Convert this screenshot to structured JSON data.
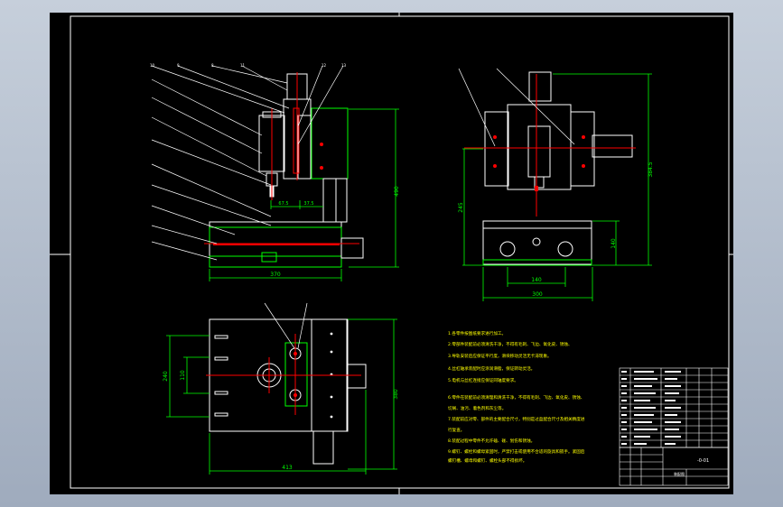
{
  "drawing": {
    "colors": {
      "background": "#000000",
      "frame": "#ffffff",
      "part": "#ffffff",
      "dimension": "#00ff00",
      "centerline": "#ff0000",
      "leader": "#ffffff",
      "notes": "#ffff00",
      "fill_accent": "#ff0000"
    },
    "front_view": {
      "dims": {
        "height": "490",
        "width": "370",
        "left_offset": "67.5",
        "right_offset": "37.5"
      }
    },
    "side_view": {
      "dims": {
        "overall_height": "384.5",
        "left_height": "245",
        "base_height": "140",
        "inner_width": "140",
        "overall_width": "300"
      }
    },
    "top_view": {
      "dims": {
        "left_height": "240",
        "inner_height": "110",
        "right_height": "380",
        "width": "413"
      }
    },
    "notes": [
      "1.各零件按图纸要求进行加工。",
      "2.零部件装配前必须清洗干净，不得有毛刺、飞边、氧化皮、锈蚀、",
      "3.导轨安装后应保证平行度，滑块移动灵活无卡滞现象。",
      "4.丝杠轴承装配时应涂润滑脂，保证转动灵活。",
      "5.电机与丝杠连接应保证同轴度要求。",
      "6.零件在装配前必须清理和清洗干净，不得有毛刺、飞边、氧化皮、锈蚀、",
      "切屑、油污、着色剂和灰尘等。",
      "7.装配前应对零、部件的主要配合尺寸，特别是过盈配合尺寸及相关精度进",
      "行复查。",
      "8.装配过程中零件不允许磕、碰、划伤和锈蚀。",
      "9.螺钉、螺栓和螺母紧固时，严禁打击或使用不合适的旋具和扳手。紧固后",
      "螺钉槽、螺母和螺钉、螺栓头部不得损坏。"
    ],
    "title_block": {
      "drawing_number": "-0-01",
      "name_label": "装配图"
    }
  }
}
